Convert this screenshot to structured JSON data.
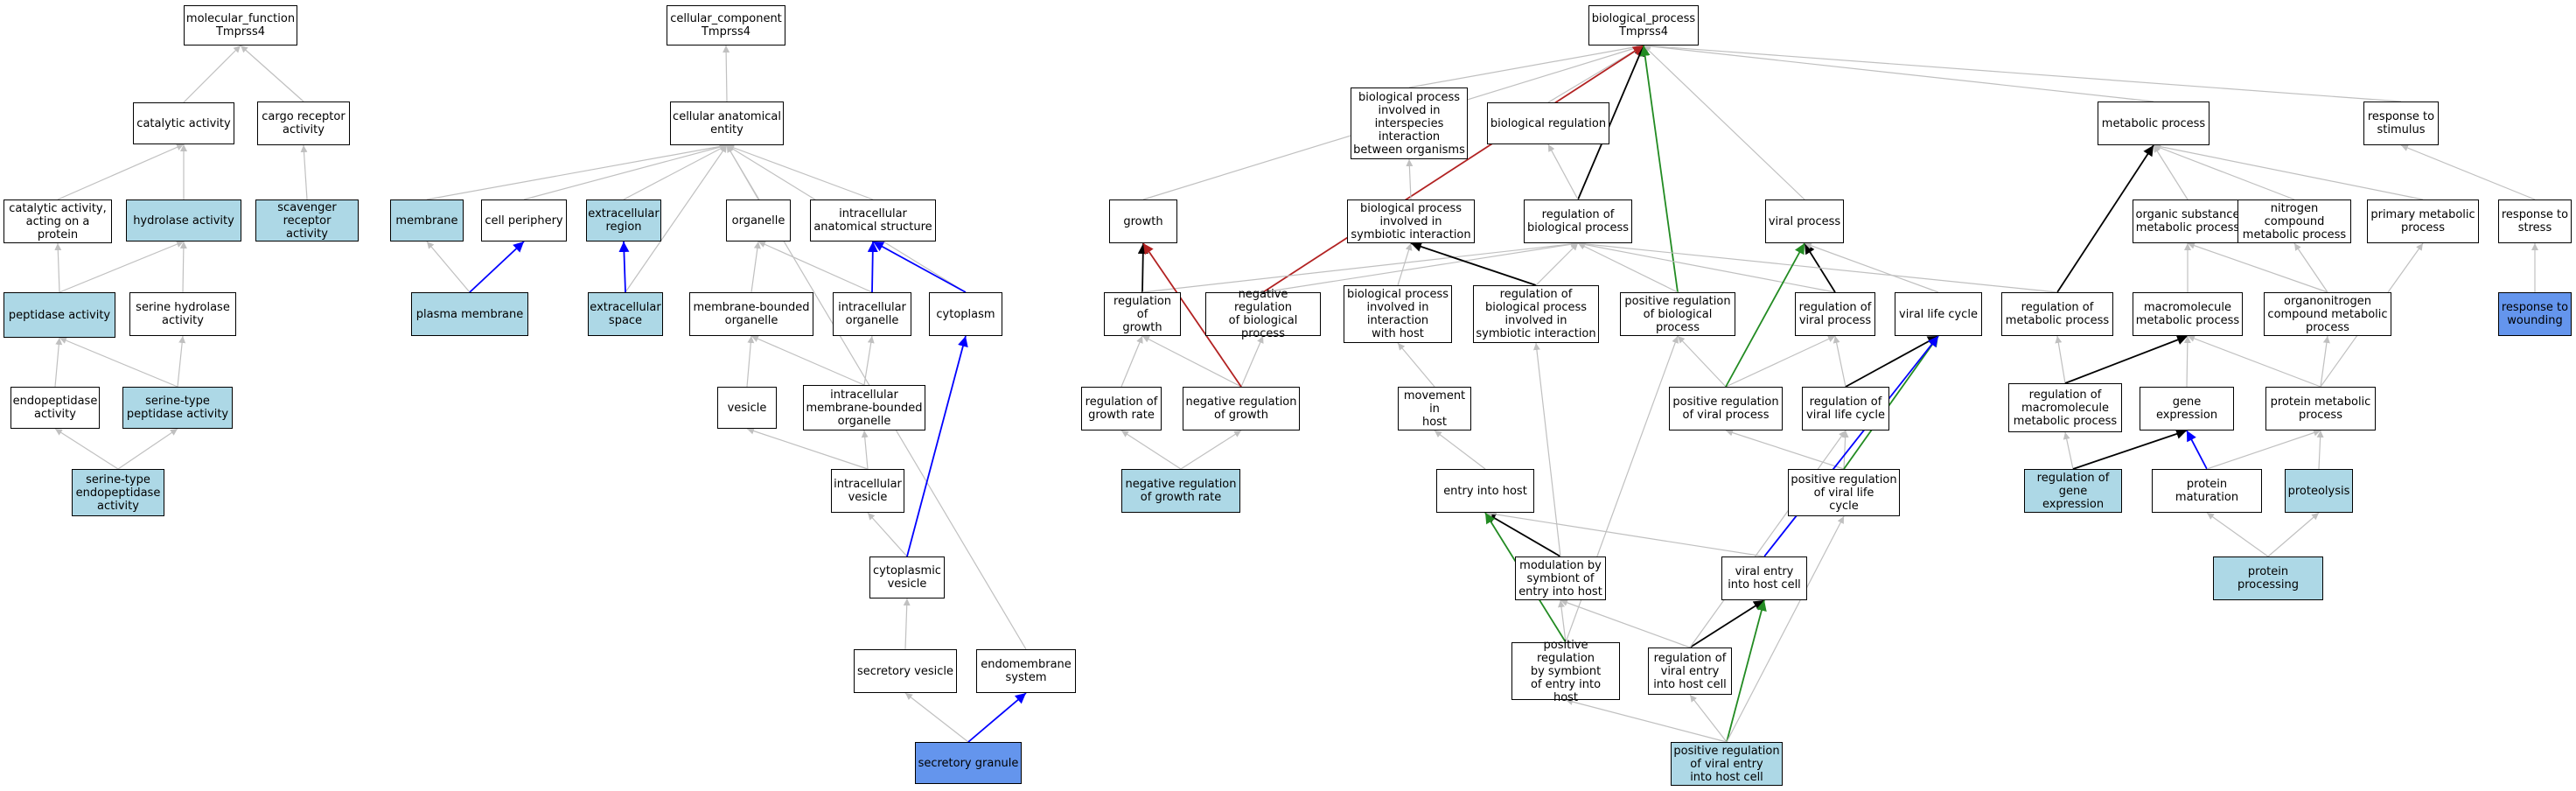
{
  "colors": {
    "light": "#add8e6",
    "dark": "#6495ed",
    "gray": "#c0c0c0",
    "black": "#000000",
    "blue": "#0000ff",
    "red": "#b22222",
    "green": "#228b22"
  },
  "nodes": {
    "mf": {
      "label": "molecular_function\nTmprss4",
      "fill": "white"
    },
    "cat": {
      "label": "catalytic activity",
      "fill": "white"
    },
    "cargo": {
      "label": "cargo receptor\nactivity",
      "fill": "white"
    },
    "catprot": {
      "label": "catalytic activity,\nacting on a\nprotein",
      "fill": "white"
    },
    "hydro": {
      "label": "hydrolase activity",
      "fill": "light"
    },
    "scav": {
      "label": "scavenger receptor\nactivity",
      "fill": "light"
    },
    "pept": {
      "label": "peptidase activity",
      "fill": "light"
    },
    "serhyd": {
      "label": "serine hydrolase\nactivity",
      "fill": "white"
    },
    "endop": {
      "label": "endopeptidase\nactivity",
      "fill": "white"
    },
    "serpep": {
      "label": "serine-type\npeptidase activity",
      "fill": "light"
    },
    "serendo": {
      "label": "serine-type\nendopeptidase\nactivity",
      "fill": "light"
    },
    "cc": {
      "label": "cellular_component\nTmprss4",
      "fill": "white"
    },
    "cae": {
      "label": "cellular anatomical\nentity",
      "fill": "white"
    },
    "memb": {
      "label": "membrane",
      "fill": "light"
    },
    "cper": {
      "label": "cell periphery",
      "fill": "white"
    },
    "extreg": {
      "label": "extracellular\nregion",
      "fill": "light"
    },
    "organ": {
      "label": "organelle",
      "fill": "white"
    },
    "ias": {
      "label": "intracellular\nanatomical structure",
      "fill": "white"
    },
    "pmemb": {
      "label": "plasma membrane",
      "fill": "light"
    },
    "extsp": {
      "label": "extracellular\nspace",
      "fill": "light"
    },
    "mbo": {
      "label": "membrane-bounded\norganelle",
      "fill": "white"
    },
    "io": {
      "label": "intracellular\norganelle",
      "fill": "white"
    },
    "cyto": {
      "label": "cytoplasm",
      "fill": "white"
    },
    "vesic": {
      "label": "vesicle",
      "fill": "white"
    },
    "imbo": {
      "label": "intracellular\nmembrane-bounded\norganelle",
      "fill": "white"
    },
    "iv": {
      "label": "intracellular\nvesicle",
      "fill": "white"
    },
    "cv": {
      "label": "cytoplasmic\nvesicle",
      "fill": "white"
    },
    "sv": {
      "label": "secretory vesicle",
      "fill": "white"
    },
    "endo": {
      "label": "endomembrane\nsystem",
      "fill": "white"
    },
    "sg": {
      "label": "secretory granule",
      "fill": "dark"
    },
    "bp": {
      "label": "biological_process\nTmprss4",
      "fill": "white"
    },
    "bpinter": {
      "label": "biological process\ninvolved in\ninterspecies\ninteraction\nbetween organisms",
      "fill": "white"
    },
    "breg": {
      "label": "biological regulation",
      "fill": "white"
    },
    "meta": {
      "label": "metabolic process",
      "fill": "white"
    },
    "rstim": {
      "label": "response to\nstimulus",
      "fill": "white"
    },
    "growth": {
      "label": "growth",
      "fill": "white"
    },
    "bpsym": {
      "label": "biological process\ninvolved in\nsymbiotic interaction",
      "fill": "white"
    },
    "rbp": {
      "label": "regulation of\nbiological process",
      "fill": "white"
    },
    "vp": {
      "label": "viral process",
      "fill": "white"
    },
    "osmp": {
      "label": "organic substance\nmetabolic process",
      "fill": "white"
    },
    "ncmp": {
      "label": "nitrogen compound\nmetabolic process",
      "fill": "white"
    },
    "pmp": {
      "label": "primary metabolic\nprocess",
      "fill": "white"
    },
    "rstress": {
      "label": "response to\nstress",
      "fill": "white"
    },
    "rgrowth": {
      "label": "regulation of\ngrowth",
      "fill": "white"
    },
    "nrbp": {
      "label": "negative regulation\nof biological\nprocess",
      "fill": "white"
    },
    "bphost": {
      "label": "biological process\ninvolved in\ninteraction\nwith host",
      "fill": "white"
    },
    "rbpsym": {
      "label": "regulation of\nbiological process\ninvolved in\nsymbiotic interaction",
      "fill": "white"
    },
    "prbp": {
      "label": "positive regulation\nof biological\nprocess",
      "fill": "white"
    },
    "rvp": {
      "label": "regulation of\nviral process",
      "fill": "white"
    },
    "vlc": {
      "label": "viral life cycle",
      "fill": "white"
    },
    "rmp": {
      "label": "regulation of\nmetabolic process",
      "fill": "white"
    },
    "mmp": {
      "label": "macromolecule\nmetabolic process",
      "fill": "white"
    },
    "oncmp": {
      "label": "organonitrogen\ncompound metabolic\nprocess",
      "fill": "white"
    },
    "rwound": {
      "label": "response to\nwounding",
      "fill": "dark"
    },
    "rgr": {
      "label": "regulation of\ngrowth rate",
      "fill": "white"
    },
    "nrg": {
      "label": "negative regulation\nof growth",
      "fill": "white"
    },
    "mih": {
      "label": "movement in\nhost",
      "fill": "white"
    },
    "prvp": {
      "label": "positive regulation\nof viral process",
      "fill": "white"
    },
    "rvlc": {
      "label": "regulation of\nviral life cycle",
      "fill": "white"
    },
    "rmmp": {
      "label": "regulation of\nmacromolecule\nmetabolic process",
      "fill": "white"
    },
    "ge": {
      "label": "gene expression",
      "fill": "white"
    },
    "protmp": {
      "label": "protein metabolic\nprocess",
      "fill": "white"
    },
    "nrgr": {
      "label": "negative regulation\nof growth rate",
      "fill": "light"
    },
    "eih": {
      "label": "entry into host",
      "fill": "white"
    },
    "prvlc": {
      "label": "positive regulation\nof viral life\ncycle",
      "fill": "white"
    },
    "rge": {
      "label": "regulation of\ngene expression",
      "fill": "light"
    },
    "pmat": {
      "label": "protein maturation",
      "fill": "white"
    },
    "prot": {
      "label": "proteolysis",
      "fill": "light"
    },
    "msym": {
      "label": "modulation by\nsymbiont of\nentry into host",
      "fill": "white"
    },
    "veih": {
      "label": "viral entry\ninto host cell",
      "fill": "white"
    },
    "pproc": {
      "label": "protein processing",
      "fill": "light"
    },
    "prsym": {
      "label": "positive regulation\nby symbiont\nof entry into\nhost",
      "fill": "white"
    },
    "rveih": {
      "label": "regulation of\nviral entry\ninto host cell",
      "fill": "white"
    },
    "prveih": {
      "label": "positive regulation\nof viral entry\ninto host cell",
      "fill": "light"
    }
  },
  "edges": [
    [
      "cat",
      "mf",
      "gray"
    ],
    [
      "cargo",
      "mf",
      "gray"
    ],
    [
      "catprot",
      "cat",
      "gray"
    ],
    [
      "hydro",
      "cat",
      "gray"
    ],
    [
      "scav",
      "cargo",
      "gray"
    ],
    [
      "pept",
      "catprot",
      "gray"
    ],
    [
      "pept",
      "hydro",
      "gray"
    ],
    [
      "serhyd",
      "hydro",
      "gray"
    ],
    [
      "endop",
      "pept",
      "gray"
    ],
    [
      "serpep",
      "pept",
      "gray"
    ],
    [
      "serpep",
      "serhyd",
      "gray"
    ],
    [
      "serendo",
      "endop",
      "gray"
    ],
    [
      "serendo",
      "serpep",
      "gray"
    ],
    [
      "cae",
      "cc",
      "gray"
    ],
    [
      "memb",
      "cae",
      "gray"
    ],
    [
      "cper",
      "cae",
      "gray"
    ],
    [
      "extreg",
      "cae",
      "gray"
    ],
    [
      "organ",
      "cae",
      "gray"
    ],
    [
      "ias",
      "cae",
      "gray"
    ],
    [
      "extsp",
      "cae",
      "gray"
    ],
    [
      "cyto",
      "cae",
      "gray"
    ],
    [
      "endo",
      "cae",
      "gray"
    ],
    [
      "pmemb",
      "memb",
      "gray"
    ],
    [
      "pmemb",
      "cper",
      "blue"
    ],
    [
      "extsp",
      "extreg",
      "blue"
    ],
    [
      "mbo",
      "organ",
      "gray"
    ],
    [
      "io",
      "organ",
      "gray"
    ],
    [
      "io",
      "ias",
      "blue"
    ],
    [
      "cyto",
      "ias",
      "blue"
    ],
    [
      "vesic",
      "mbo",
      "gray"
    ],
    [
      "imbo",
      "mbo",
      "gray"
    ],
    [
      "imbo",
      "io",
      "gray"
    ],
    [
      "iv",
      "vesic",
      "gray"
    ],
    [
      "iv",
      "imbo",
      "gray"
    ],
    [
      "cv",
      "iv",
      "gray"
    ],
    [
      "cv",
      "cyto",
      "blue"
    ],
    [
      "sv",
      "cv",
      "gray"
    ],
    [
      "sg",
      "sv",
      "gray"
    ],
    [
      "sg",
      "endo",
      "blue"
    ],
    [
      "bpinter",
      "bp",
      "gray"
    ],
    [
      "breg",
      "bp",
      "gray"
    ],
    [
      "meta",
      "bp",
      "gray"
    ],
    [
      "rstim",
      "bp",
      "gray"
    ],
    [
      "growth",
      "bp",
      "gray"
    ],
    [
      "vp",
      "bp",
      "gray"
    ],
    [
      "rbp",
      "bp",
      "black"
    ],
    [
      "nrbp",
      "bp",
      "red"
    ],
    [
      "prbp",
      "bp",
      "green"
    ],
    [
      "bpsym",
      "bpinter",
      "gray"
    ],
    [
      "rbp",
      "breg",
      "gray"
    ],
    [
      "osmp",
      "meta",
      "gray"
    ],
    [
      "ncmp",
      "meta",
      "gray"
    ],
    [
      "pmp",
      "meta",
      "gray"
    ],
    [
      "rmp",
      "meta",
      "black"
    ],
    [
      "rstress",
      "rstim",
      "gray"
    ],
    [
      "rwound",
      "rstress",
      "gray"
    ],
    [
      "rgrowth",
      "growth",
      "black"
    ],
    [
      "rgrowth",
      "rbp",
      "gray"
    ],
    [
      "nrbp",
      "rbp",
      "gray"
    ],
    [
      "bphost",
      "bpsym",
      "gray"
    ],
    [
      "rbpsym",
      "bpsym",
      "black"
    ],
    [
      "rbpsym",
      "rbp",
      "gray"
    ],
    [
      "prbp",
      "rbp",
      "gray"
    ],
    [
      "rvp",
      "rbp",
      "gray"
    ],
    [
      "rvp",
      "vp",
      "black"
    ],
    [
      "vlc",
      "vp",
      "gray"
    ],
    [
      "rmp",
      "rbp",
      "gray"
    ],
    [
      "mmp",
      "osmp",
      "gray"
    ],
    [
      "oncmp",
      "ncmp",
      "gray"
    ],
    [
      "oncmp",
      "osmp",
      "gray"
    ],
    [
      "rgr",
      "rgrowth",
      "gray"
    ],
    [
      "nrg",
      "rgrowth",
      "gray"
    ],
    [
      "nrg",
      "nrbp",
      "gray"
    ],
    [
      "nrg",
      "growth",
      "red"
    ],
    [
      "mih",
      "bphost",
      "gray"
    ],
    [
      "prvp",
      "rvp",
      "gray"
    ],
    [
      "prvp",
      "prbp",
      "gray"
    ],
    [
      "prvp",
      "vp",
      "green"
    ],
    [
      "rvlc",
      "rvp",
      "gray"
    ],
    [
      "rvlc",
      "vlc",
      "black"
    ],
    [
      "rmmp",
      "rmp",
      "gray"
    ],
    [
      "rmmp",
      "mmp",
      "black"
    ],
    [
      "ge",
      "mmp",
      "gray"
    ],
    [
      "protmp",
      "mmp",
      "gray"
    ],
    [
      "protmp",
      "oncmp",
      "gray"
    ],
    [
      "protmp",
      "pmp",
      "gray"
    ],
    [
      "nrgr",
      "rgr",
      "gray"
    ],
    [
      "nrgr",
      "nrg",
      "gray"
    ],
    [
      "eih",
      "mih",
      "gray"
    ],
    [
      "prvlc",
      "rvlc",
      "gray"
    ],
    [
      "prvlc",
      "prvp",
      "gray"
    ],
    [
      "prvlc",
      "vlc",
      "green"
    ],
    [
      "rge",
      "rmmp",
      "gray"
    ],
    [
      "rge",
      "ge",
      "black"
    ],
    [
      "pmat",
      "ge",
      "blue"
    ],
    [
      "pmat",
      "protmp",
      "gray"
    ],
    [
      "prot",
      "protmp",
      "gray"
    ],
    [
      "msym",
      "eih",
      "black"
    ],
    [
      "msym",
      "rbpsym",
      "gray"
    ],
    [
      "veih",
      "vlc",
      "blue"
    ],
    [
      "veih",
      "eih",
      "gray"
    ],
    [
      "pproc",
      "pmat",
      "gray"
    ],
    [
      "pproc",
      "prot",
      "gray"
    ],
    [
      "prsym",
      "msym",
      "gray"
    ],
    [
      "prsym",
      "eih",
      "green"
    ],
    [
      "prsym",
      "prbp",
      "gray"
    ],
    [
      "rveih",
      "msym",
      "gray"
    ],
    [
      "rveih",
      "veih",
      "black"
    ],
    [
      "rveih",
      "rvlc",
      "gray"
    ],
    [
      "prveih",
      "rveih",
      "gray"
    ],
    [
      "prveih",
      "veih",
      "green"
    ],
    [
      "prveih",
      "prvlc",
      "gray"
    ],
    [
      "prveih",
      "prsym",
      "gray"
    ]
  ]
}
